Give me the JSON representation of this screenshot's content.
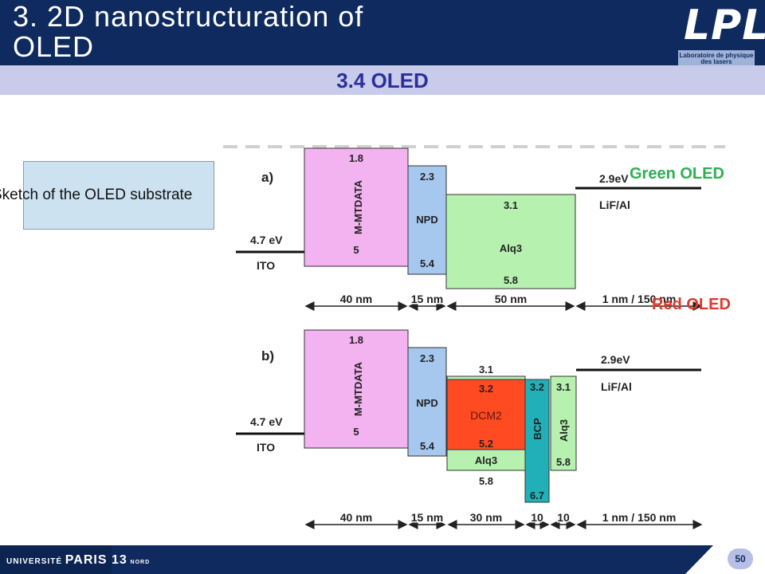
{
  "header": {
    "title_line1": "3. 2D nanostructuration of",
    "title_line2": "OLED",
    "logo_text": "LPL",
    "logo_subtitle": "Laboratoire de physique des lasers"
  },
  "subtitle": "3.4 OLED",
  "sketch_label": "Sketch of the OLED substrate",
  "labels": {
    "green": "Green OLED",
    "red": "Red OLED"
  },
  "footer": {
    "university": "UNIVERSITÉ",
    "paris": "PARIS 13",
    "nord": "NORD",
    "page": "50"
  },
  "colors": {
    "header": "#0e2a5e",
    "band": "#c9cbeb",
    "green": "#2fae54",
    "red": "#e03a2a"
  },
  "diagram": {
    "a": {
      "label": "a)",
      "ito_value": "4.7 eV",
      "ito": "ITO",
      "layers": [
        {
          "name": "M-MTDATA",
          "top": "1.8",
          "bottom": "5",
          "color": "#f3b3f0"
        },
        {
          "name": "NPD",
          "top": "2.3",
          "bottom": "5.4",
          "color": "#a6c8ef"
        },
        {
          "name": "Alq3",
          "top": "3.1",
          "bottom": "5.8",
          "color": "#b6f1b0"
        }
      ],
      "cathode_value": "2.9eV",
      "cathode": "LiF/Al",
      "thicknesses": [
        "40 nm",
        "15 nm",
        "50 nm",
        "1 nm / 150 nm"
      ]
    },
    "b": {
      "label": "b)",
      "ito_value": "4.7 eV",
      "ito": "ITO",
      "layers": [
        {
          "name": "M-MTDATA",
          "top": "1.8",
          "bottom": "5",
          "color": "#f3b3f0"
        },
        {
          "name": "NPD",
          "top": "2.3",
          "bottom": "5.4",
          "color": "#a6c8ef"
        },
        {
          "name": "DCM2",
          "top": "3.2",
          "bottom": "5.2",
          "color": "#ff4a22"
        },
        {
          "name": "Alq3",
          "top": "3.1",
          "bottom": "5.8",
          "color": "#b6f1b0"
        },
        {
          "name": "BCP",
          "top": "3.2",
          "bottom": "6.7",
          "color": "#22b0b8"
        },
        {
          "name": "Alq3",
          "top": "3.1",
          "bottom": "5.8",
          "color": "#b6f1b0"
        }
      ],
      "cathode_value": "2.9eV",
      "cathode": "LiF/Al",
      "thicknesses": [
        "40 nm",
        "15 nm",
        "30 nm",
        "10",
        "10",
        "1 nm / 150 nm"
      ]
    }
  }
}
